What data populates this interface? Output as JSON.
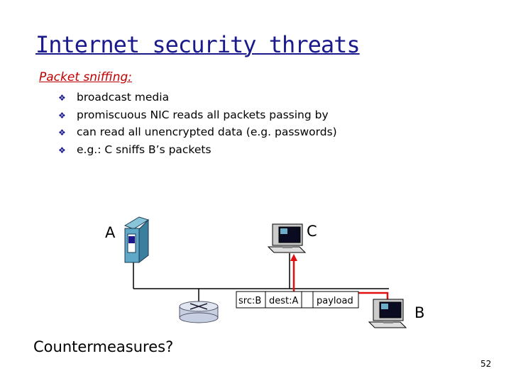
{
  "title": "Internet security threats",
  "subtitle": "Packet sniffing:",
  "bullets": [
    "broadcast media",
    "promiscuous NIC reads all packets passing by",
    "can read all unencrypted data (e.g. passwords)",
    "e.g.: C sniffs B’s packets"
  ],
  "nodes": {
    "a": "A",
    "b": "B",
    "c": "C"
  },
  "packet": {
    "src": "src:B",
    "dest": "dest:A",
    "payload": "payload"
  },
  "footer": "Countermeasures?",
  "page_number": "52",
  "colors": {
    "title": "#1a1a8c",
    "subtitle": "#c00000",
    "path": "#e01010"
  },
  "icons": [
    "server-icon",
    "router-icon",
    "computer-icon"
  ]
}
